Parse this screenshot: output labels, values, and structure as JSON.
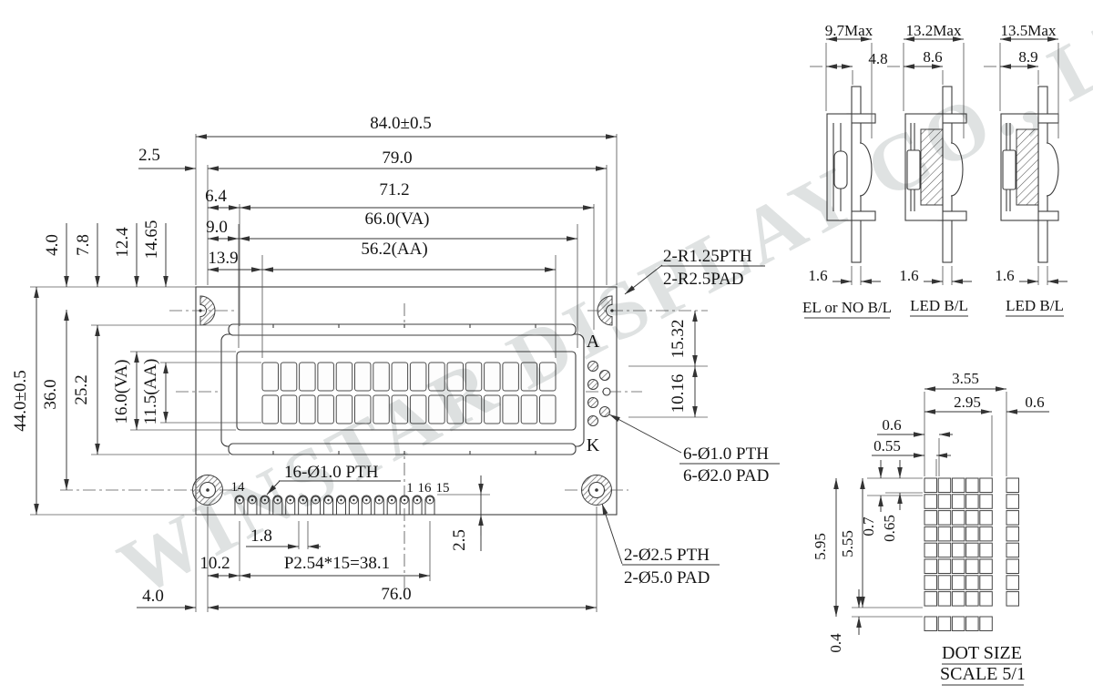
{
  "watermark": "WINSTAR DISPLAY CO., LTD",
  "front_view": {
    "char_columns": 16,
    "char_rows": 2,
    "pin_count": 16,
    "top_dims": {
      "overall_width": "84.0±0.5",
      "w79": "79.0",
      "off2_5": "2.5",
      "off6_4": "6.4",
      "w71_2": "71.2",
      "off9": "9.0",
      "va_width": "66.0(VA)",
      "off13_9": "13.9",
      "aa_width": "56.2(AA)"
    },
    "left_dims": {
      "overall_height": "44.0±0.5",
      "h36": "36.0",
      "h25_2": "25.2",
      "va_height": "16.0(VA)",
      "aa_height": "11.5(AA)",
      "off4": "4.0",
      "off7_8": "7.8",
      "off12_4": "12.4",
      "off14_65": "14.65"
    },
    "right_dims": {
      "v15_32": "15.32",
      "v10_16": "10.16"
    },
    "notes": {
      "corner_hole": [
        "2-R1.25PTH",
        "2-R2.5PAD"
      ],
      "bl_pads": [
        "6-Ø1.0 PTH",
        "6-Ø2.0 PAD"
      ],
      "pin_holes": "16-Ø1.0 PTH",
      "mount_holes": [
        "2-Ø2.5 PTH",
        "2-Ø5.0 PAD"
      ]
    },
    "labels": {
      "anode": "A",
      "cathode": "K",
      "pin14": "14",
      "pin1": "1",
      "pin16": "16",
      "pin15": "15"
    },
    "bottom_dims": {
      "pad1_8": "1.8",
      "off10_2": "10.2",
      "pitch": "P2.54*15=38.1",
      "pin_edge": "2.5",
      "hole_span": "76.0",
      "off4": "4.0"
    }
  },
  "side_views": [
    {
      "overall": "9.7Max",
      "front": "4.8",
      "pcb_t": "1.6",
      "label": "EL or NO B/L"
    },
    {
      "overall": "13.2Max",
      "front": "8.6",
      "pcb_t": "1.6",
      "label": "LED B/L"
    },
    {
      "overall": "13.5Max",
      "front": "8.9",
      "pcb_t": "1.6",
      "label": "LED B/L"
    }
  ],
  "dot_detail": {
    "cols": 5,
    "rows": 8,
    "dims": {
      "char_pitch_w": "3.55",
      "char_w": "2.95",
      "char_gap_w": "0.6",
      "dot_pitch_w": "0.6",
      "dot_w": "0.55",
      "dot_pitch_h": "0.7",
      "dot_h": "0.65",
      "char_h_ext": "5.95",
      "char_h": "5.55",
      "char_gap_h": "0.4"
    },
    "title": "DOT SIZE",
    "scale": "SCALE 5/1"
  }
}
